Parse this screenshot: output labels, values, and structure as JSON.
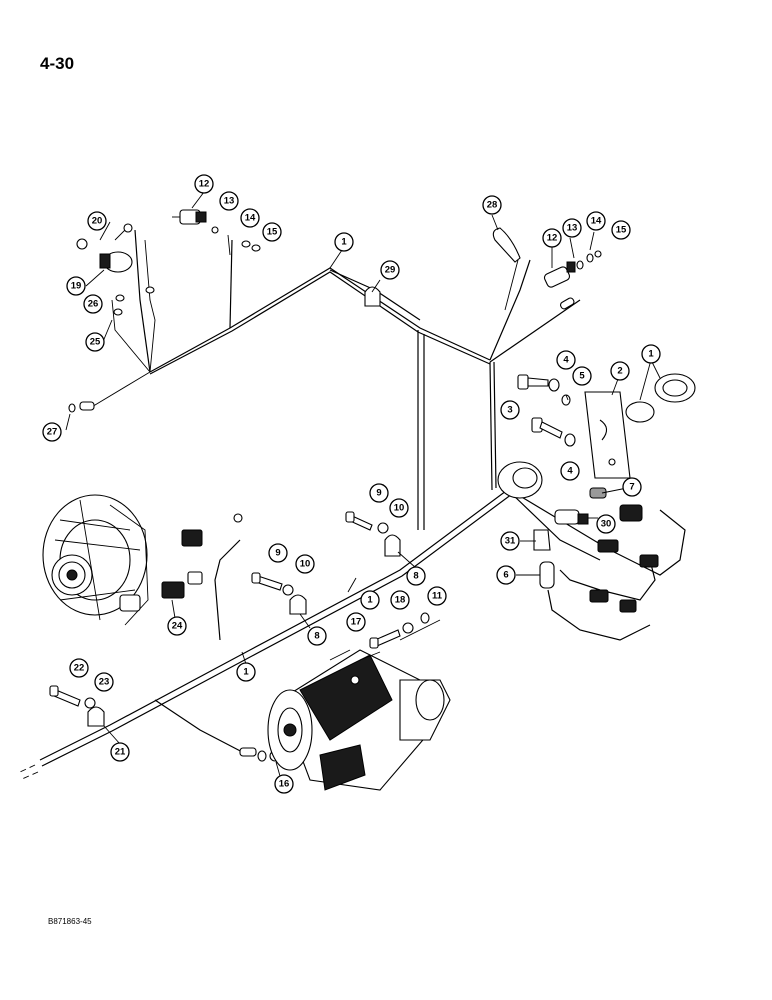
{
  "page": {
    "page_number": "4-30",
    "figure_code": "B871863-45"
  },
  "callouts": [
    {
      "id": "c1a",
      "label": "1"
    },
    {
      "id": "c1b",
      "label": "1"
    },
    {
      "id": "c1c",
      "label": "1"
    },
    {
      "id": "c1d",
      "label": "1"
    },
    {
      "id": "c1e",
      "label": "1"
    },
    {
      "id": "c2",
      "label": "2"
    },
    {
      "id": "c3",
      "label": "3"
    },
    {
      "id": "c3b",
      "label": "3"
    },
    {
      "id": "c4a",
      "label": "4"
    },
    {
      "id": "c4b",
      "label": "4"
    },
    {
      "id": "c5",
      "label": "5"
    },
    {
      "id": "c6",
      "label": "6"
    },
    {
      "id": "c7",
      "label": "7"
    },
    {
      "id": "c8a",
      "label": "8"
    },
    {
      "id": "c8b",
      "label": "8"
    },
    {
      "id": "c9a",
      "label": "9"
    },
    {
      "id": "c9b",
      "label": "9"
    },
    {
      "id": "c10a",
      "label": "10"
    },
    {
      "id": "c10b",
      "label": "10"
    },
    {
      "id": "c11",
      "label": "11"
    },
    {
      "id": "c12a",
      "label": "12"
    },
    {
      "id": "c12b",
      "label": "12"
    },
    {
      "id": "c13a",
      "label": "13"
    },
    {
      "id": "c13b",
      "label": "13"
    },
    {
      "id": "c14a",
      "label": "14"
    },
    {
      "id": "c14b",
      "label": "14"
    },
    {
      "id": "c15a",
      "label": "15"
    },
    {
      "id": "c15b",
      "label": "15"
    },
    {
      "id": "c16",
      "label": "16"
    },
    {
      "id": "c17",
      "label": "17"
    },
    {
      "id": "c18",
      "label": "18"
    },
    {
      "id": "c19",
      "label": "19"
    },
    {
      "id": "c20",
      "label": "20"
    },
    {
      "id": "c21",
      "label": "21"
    },
    {
      "id": "c22",
      "label": "22"
    },
    {
      "id": "c23",
      "label": "23"
    },
    {
      "id": "c24",
      "label": "24"
    },
    {
      "id": "c25",
      "label": "25"
    },
    {
      "id": "c26",
      "label": "26"
    },
    {
      "id": "c27",
      "label": "27"
    },
    {
      "id": "c28",
      "label": "28"
    },
    {
      "id": "c29",
      "label": "29"
    },
    {
      "id": "c30",
      "label": "30"
    },
    {
      "id": "c31",
      "label": "31"
    }
  ]
}
